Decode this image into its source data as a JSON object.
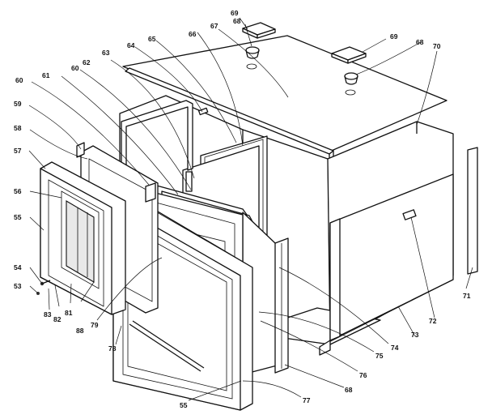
{
  "labels": [
    {
      "id": "l69a",
      "text": "69"
    },
    {
      "id": "l68a",
      "text": "68"
    },
    {
      "id": "l67",
      "text": "67"
    },
    {
      "id": "l66",
      "text": "66"
    },
    {
      "id": "l65",
      "text": "65"
    },
    {
      "id": "l64",
      "text": "64"
    },
    {
      "id": "l63",
      "text": "63"
    },
    {
      "id": "l62",
      "text": "62"
    },
    {
      "id": "l61",
      "text": "61"
    },
    {
      "id": "l60a",
      "text": "60"
    },
    {
      "id": "l60b",
      "text": "60"
    },
    {
      "id": "l59",
      "text": "59"
    },
    {
      "id": "l58",
      "text": "58"
    },
    {
      "id": "l57",
      "text": "57"
    },
    {
      "id": "l56",
      "text": "56"
    },
    {
      "id": "l55a",
      "text": "55"
    },
    {
      "id": "l54",
      "text": "54"
    },
    {
      "id": "l53",
      "text": "53"
    },
    {
      "id": "l83",
      "text": "83"
    },
    {
      "id": "l82",
      "text": "82"
    },
    {
      "id": "l81",
      "text": "81"
    },
    {
      "id": "l88",
      "text": "88"
    },
    {
      "id": "l79",
      "text": "79"
    },
    {
      "id": "l78",
      "text": "78"
    },
    {
      "id": "l55b",
      "text": "55"
    },
    {
      "id": "l77",
      "text": "77"
    },
    {
      "id": "l68b",
      "text": "68"
    },
    {
      "id": "l76",
      "text": "76"
    },
    {
      "id": "l75",
      "text": "75"
    },
    {
      "id": "l74",
      "text": "74"
    },
    {
      "id": "l73",
      "text": "73"
    },
    {
      "id": "l72",
      "text": "72"
    },
    {
      "id": "l71",
      "text": "71"
    },
    {
      "id": "l70",
      "text": "70"
    },
    {
      "id": "l69b",
      "text": "69"
    },
    {
      "id": "l68c",
      "text": "68"
    }
  ]
}
